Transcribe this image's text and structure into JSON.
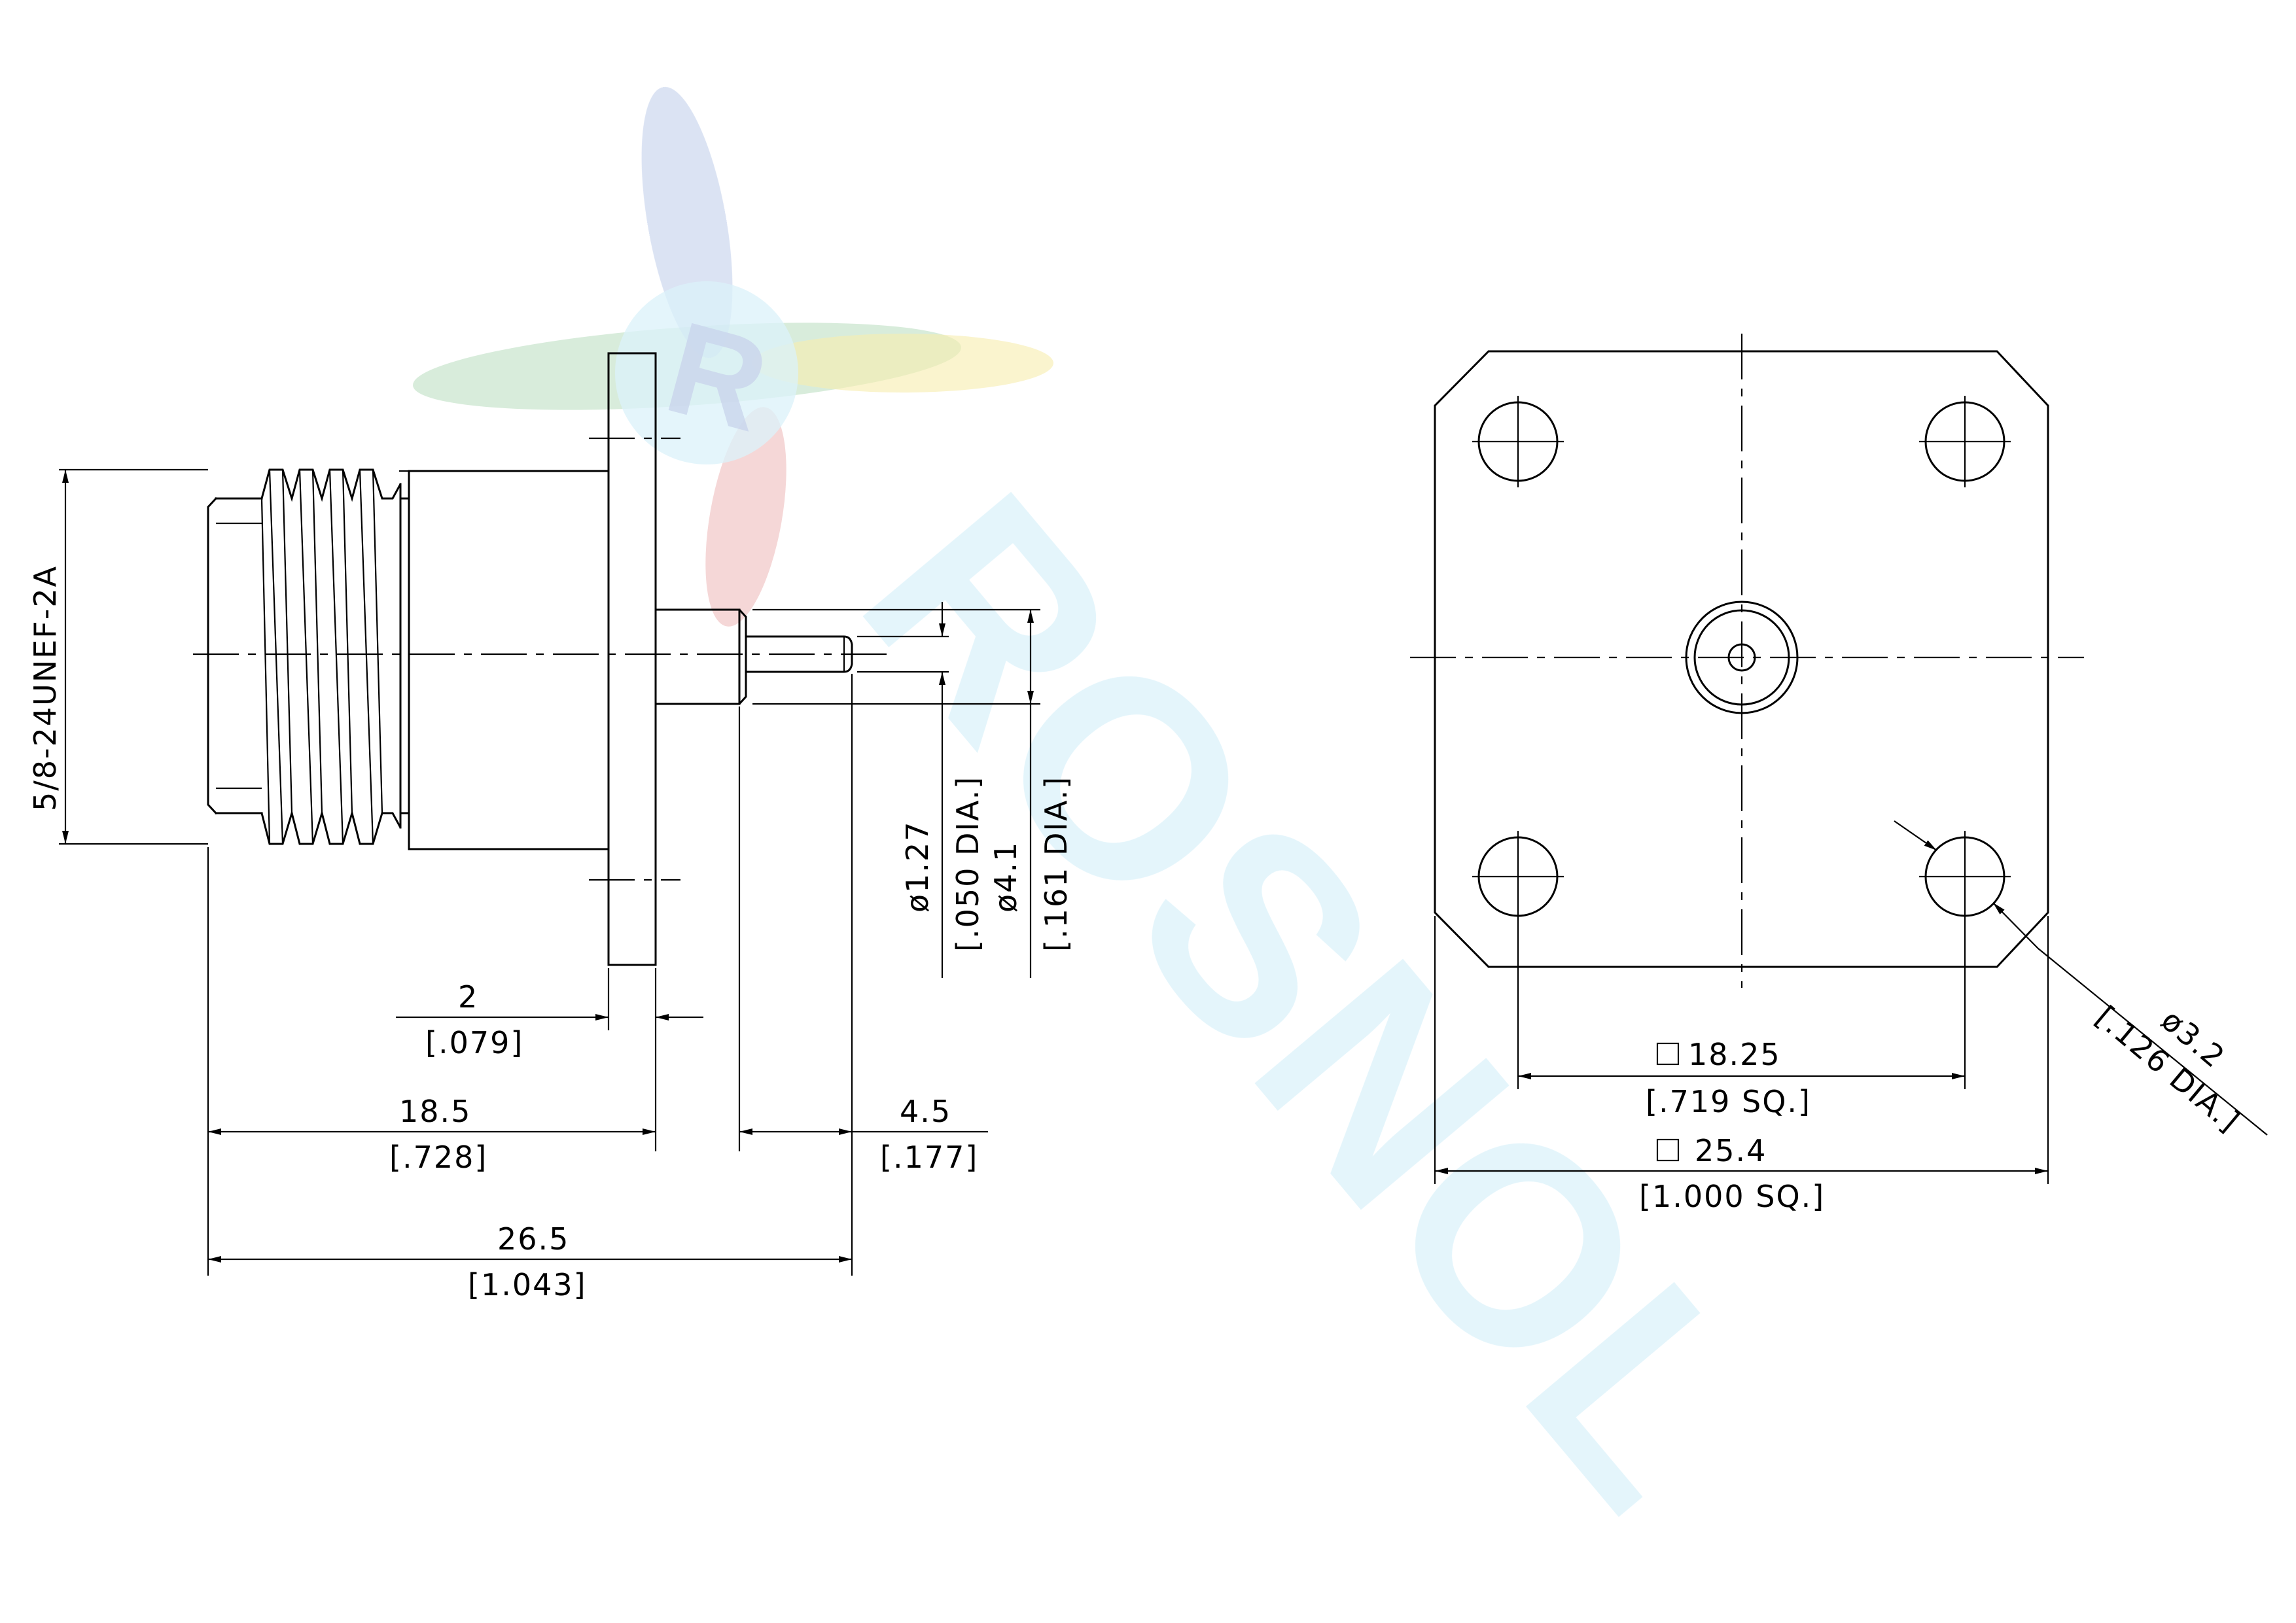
{
  "watermark": {
    "brand": "ROSNOL",
    "logo_letter": "R",
    "colors": {
      "blue": "#6f8fd0",
      "green": "#7fc28a",
      "yellow": "#f1df6d",
      "red": "#e07b7b",
      "cyan": "#bfe8f7"
    }
  },
  "side_view": {
    "thread_spec": "5/8-24UNEF-2A",
    "dims": {
      "flange_thickness": {
        "mm": "2",
        "inch": "[.079]"
      },
      "body_length": {
        "mm": "18.5",
        "inch": "[.728]"
      },
      "pin_length": {
        "mm": "4.5",
        "inch": "[.177]"
      },
      "overall_length": {
        "mm": "26.5",
        "inch": "[1.043]"
      },
      "pin_diameter": {
        "mm": "ø1.27",
        "inch": "[.050 DIA.]"
      },
      "dielectric_diameter": {
        "mm": "ø4.1",
        "inch": "[.161 DIA.]"
      }
    }
  },
  "front_view": {
    "dims": {
      "hole_spacing": {
        "mm": "18.25",
        "inch": "[.719 SQ.]"
      },
      "flange_size": {
        "mm": "25.4",
        "inch": "[1.000 SQ.]"
      },
      "hole_diameter": {
        "mm": "ø3.2",
        "inch": "[.126 DIA.]"
      }
    }
  }
}
